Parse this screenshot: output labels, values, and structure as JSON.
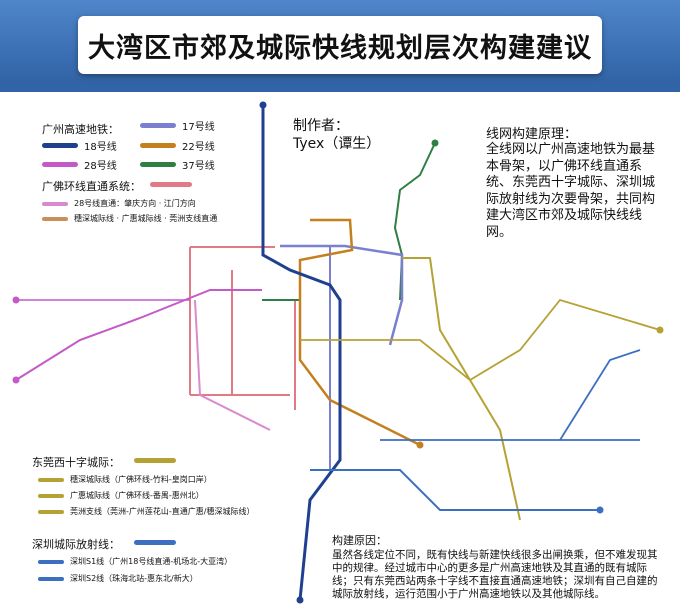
{
  "header": {
    "title": "大湾区市郊及城际快线规划层次构建建议"
  },
  "credit": {
    "label": "制作者：",
    "name": "Tyex（谭生）"
  },
  "principle": {
    "title": "线网构建原理：",
    "body": "全线网以广州高速地铁为最基本骨架，以广佛环线直通系统、东莞西十字城际、深圳城际放射线为次要骨架，共同构建大湾区市郊及城际快线线网。"
  },
  "reason": {
    "title": "构建原因：",
    "body": "虽然各线定位不同，既有快线与新建快线很多出闸换乘，但不难发现其中的规律。经过城市中心的更多是广州高速地铁及其直通的既有城际线；只有东莞西站两条十字线不直接直通高速地铁；深圳有自己自建的城际放射线，运行范围小于广州高速地铁以及其他城际线。"
  },
  "legend": {
    "guangzhou": {
      "title": "广州高速地铁：",
      "items": [
        {
          "label": "17号线",
          "color": "#7b7fcf"
        },
        {
          "label": "18号线",
          "color": "#1f3f8f"
        },
        {
          "label": "22号线",
          "color": "#c4801f"
        },
        {
          "label": "28号线",
          "color": "#c459c9"
        },
        {
          "label": "37号线",
          "color": "#2f7f45"
        }
      ]
    },
    "guangfo": {
      "title": "广佛环线直通系统：",
      "color": "#e07a85",
      "items": [
        {
          "label": "28号线直通：肇庆方向 · 江门方向",
          "color": "#d98acc"
        },
        {
          "label": "穗深城际线 · 广惠城际线 · 莞洲支线直通",
          "color": "#c98f5a"
        }
      ]
    },
    "dongguan": {
      "title": "东莞西十字城际：",
      "color": "#b5a235",
      "items": [
        {
          "label": "穗深城际线（广佛环线-竹料-皇岗口岸）",
          "color": "#b5a235"
        },
        {
          "label": "广惠城际线（广佛环线-番禺-惠州北）",
          "color": "#b5a235"
        },
        {
          "label": "莞洲支线（莞洲-广州莲花山-直通广惠/穗深城际线）",
          "color": "#b5a235"
        }
      ]
    },
    "shenzhen": {
      "title": "深圳城际放射线：",
      "color": "#3d6fc0",
      "items": [
        {
          "label": "深圳S1线（广州18号线直通-机场北-大亚湾）",
          "color": "#3d6fc0"
        },
        {
          "label": "深圳S2线（珠海北站-惠东北/新大）",
          "color": "#3d6fc0"
        }
      ]
    }
  },
  "map": {
    "colors": {
      "line18": "#1f3f8f",
      "line17": "#7b7fcf",
      "line22": "#c4801f",
      "line28": "#c459c9",
      "line37": "#2f7f45",
      "guangfo": "#e07a85",
      "dongguan": "#b5a235",
      "shenzhen": "#3d6fc0"
    }
  }
}
